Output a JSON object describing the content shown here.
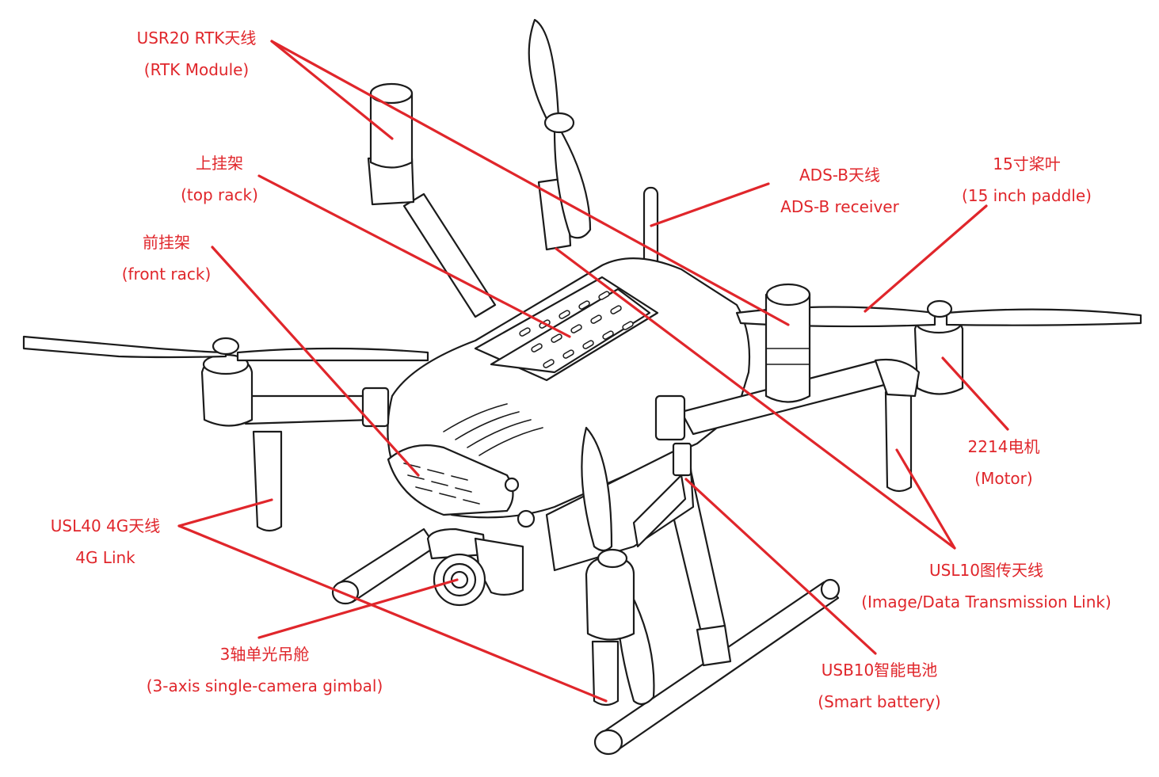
{
  "colors": {
    "annotation": "#e0262b",
    "drawing": "#1b1b1b",
    "background": "#ffffff"
  },
  "labels": {
    "rtk": {
      "zh": "USR20 RTK天线",
      "en": "(RTK Module)"
    },
    "top_rack": {
      "zh": "上挂架",
      "en": "(top rack)"
    },
    "front_rack": {
      "zh": "前挂架",
      "en": "(front rack)"
    },
    "adsb": {
      "zh": "ADS-B天线",
      "en": "ADS-B receiver"
    },
    "paddle": {
      "zh": "15寸桨叶",
      "en": "(15 inch paddle)"
    },
    "motor": {
      "zh": "2214电机",
      "en": "(Motor)"
    },
    "link4g": {
      "zh": "USL40 4G天线",
      "en": "4G Link"
    },
    "image_link": {
      "zh": "USL10图传天线",
      "en": "(Image/Data Transmission Link)"
    },
    "gimbal": {
      "zh": "3轴单光吊舱",
      "en": "(3-axis single-camera gimbal)"
    },
    "battery": {
      "zh": "USB10智能电池",
      "en": "(Smart battery)"
    }
  }
}
